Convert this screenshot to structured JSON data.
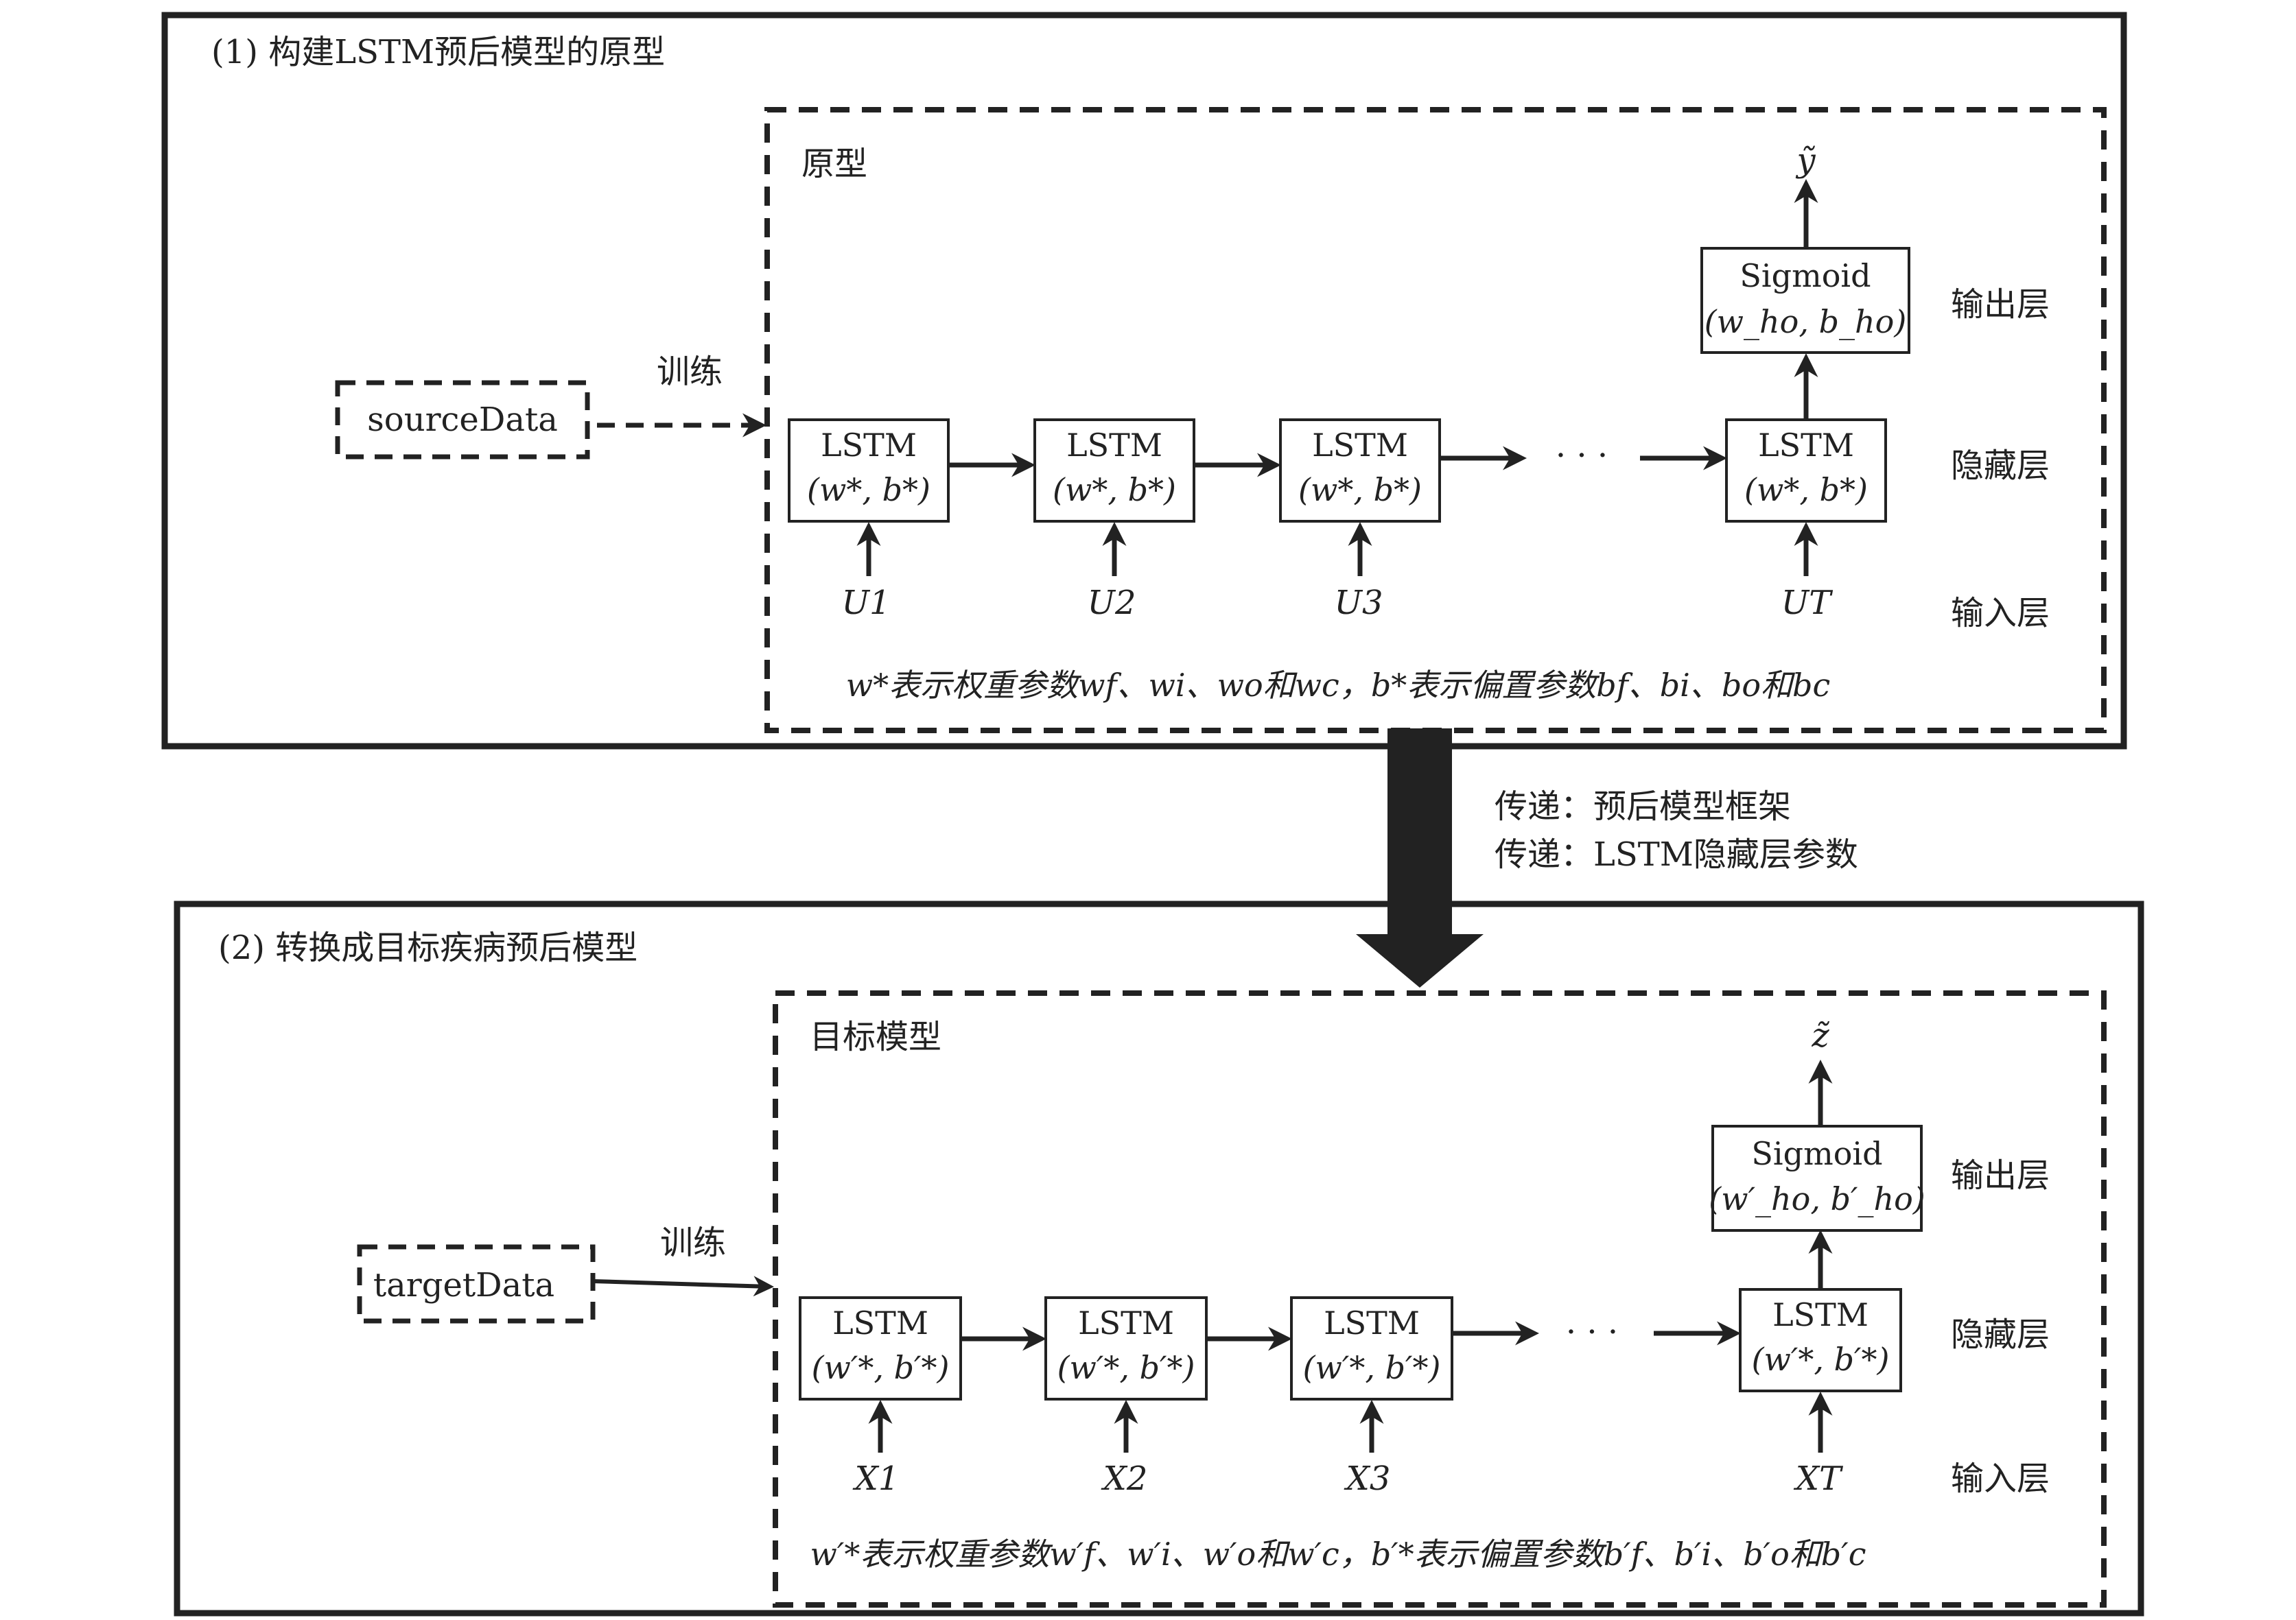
{
  "section1": {
    "title": "(1) 构建LSTM预后模型的原型",
    "inner_label": "原型",
    "data_box": "sourceData",
    "train_label": "训练",
    "output_symbol": "ỹ",
    "sigmoid": {
      "line1": "Sigmoid",
      "line2": "(w_ho, b_ho)"
    },
    "lstm_cells": [
      {
        "label": "LSTM",
        "params": "(w*, b*)",
        "input": "U1"
      },
      {
        "label": "LSTM",
        "params": "(w*, b*)",
        "input": "U2"
      },
      {
        "label": "LSTM",
        "params": "(w*, b*)",
        "input": "U3"
      },
      {
        "label": "LSTM",
        "params": "(w*, b*)",
        "input": "UT"
      }
    ],
    "ellipsis": "· · ·",
    "layers": {
      "output": "输出层",
      "hidden": "隐藏层",
      "input": "输入层"
    },
    "footnote": "w*表示权重参数wf、wi、wo和wc，b*表示偏置参数bf、bi、bo和bc"
  },
  "transfer": {
    "line1": "传递：预后模型框架",
    "line2": "传递：LSTM隐藏层参数"
  },
  "section2": {
    "title": "(2) 转换成目标疾病预后模型",
    "inner_label": "目标模型",
    "data_box": "targetData",
    "train_label": "训练",
    "output_symbol": "z̃",
    "sigmoid": {
      "line1": "Sigmoid",
      "line2": "(w′_ho, b′_ho)"
    },
    "lstm_cells": [
      {
        "label": "LSTM",
        "params": "(w′*, b′*)",
        "input": "X1"
      },
      {
        "label": "LSTM",
        "params": "(w′*, b′*)",
        "input": "X2"
      },
      {
        "label": "LSTM",
        "params": "(w′*, b′*)",
        "input": "X3"
      },
      {
        "label": "LSTM",
        "params": "(w′*, b′*)",
        "input": "XT"
      }
    ],
    "ellipsis": "· · ·",
    "layers": {
      "output": "输出层",
      "hidden": "隐藏层",
      "input": "输入层"
    },
    "footnote": "w′*表示权重参数w′f、w′i、w′o和w′c，b′*表示偏置参数b′f、b′i、b′o和b′c"
  }
}
